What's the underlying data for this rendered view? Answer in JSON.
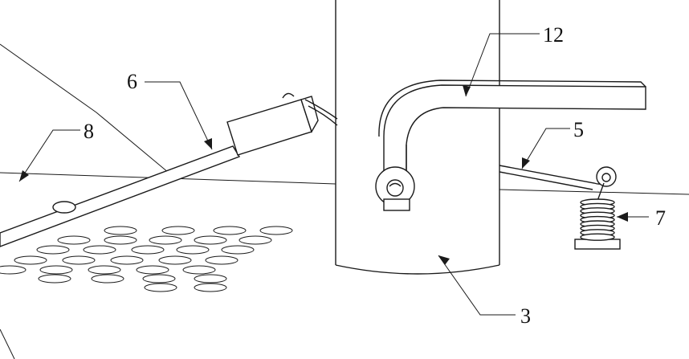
{
  "labels": {
    "l12": "12",
    "l6": "6",
    "l8": "8",
    "l5": "5",
    "l7": "7",
    "l3": "3"
  },
  "colors": {
    "line": "#1a1a1a",
    "background": "#ffffff"
  }
}
